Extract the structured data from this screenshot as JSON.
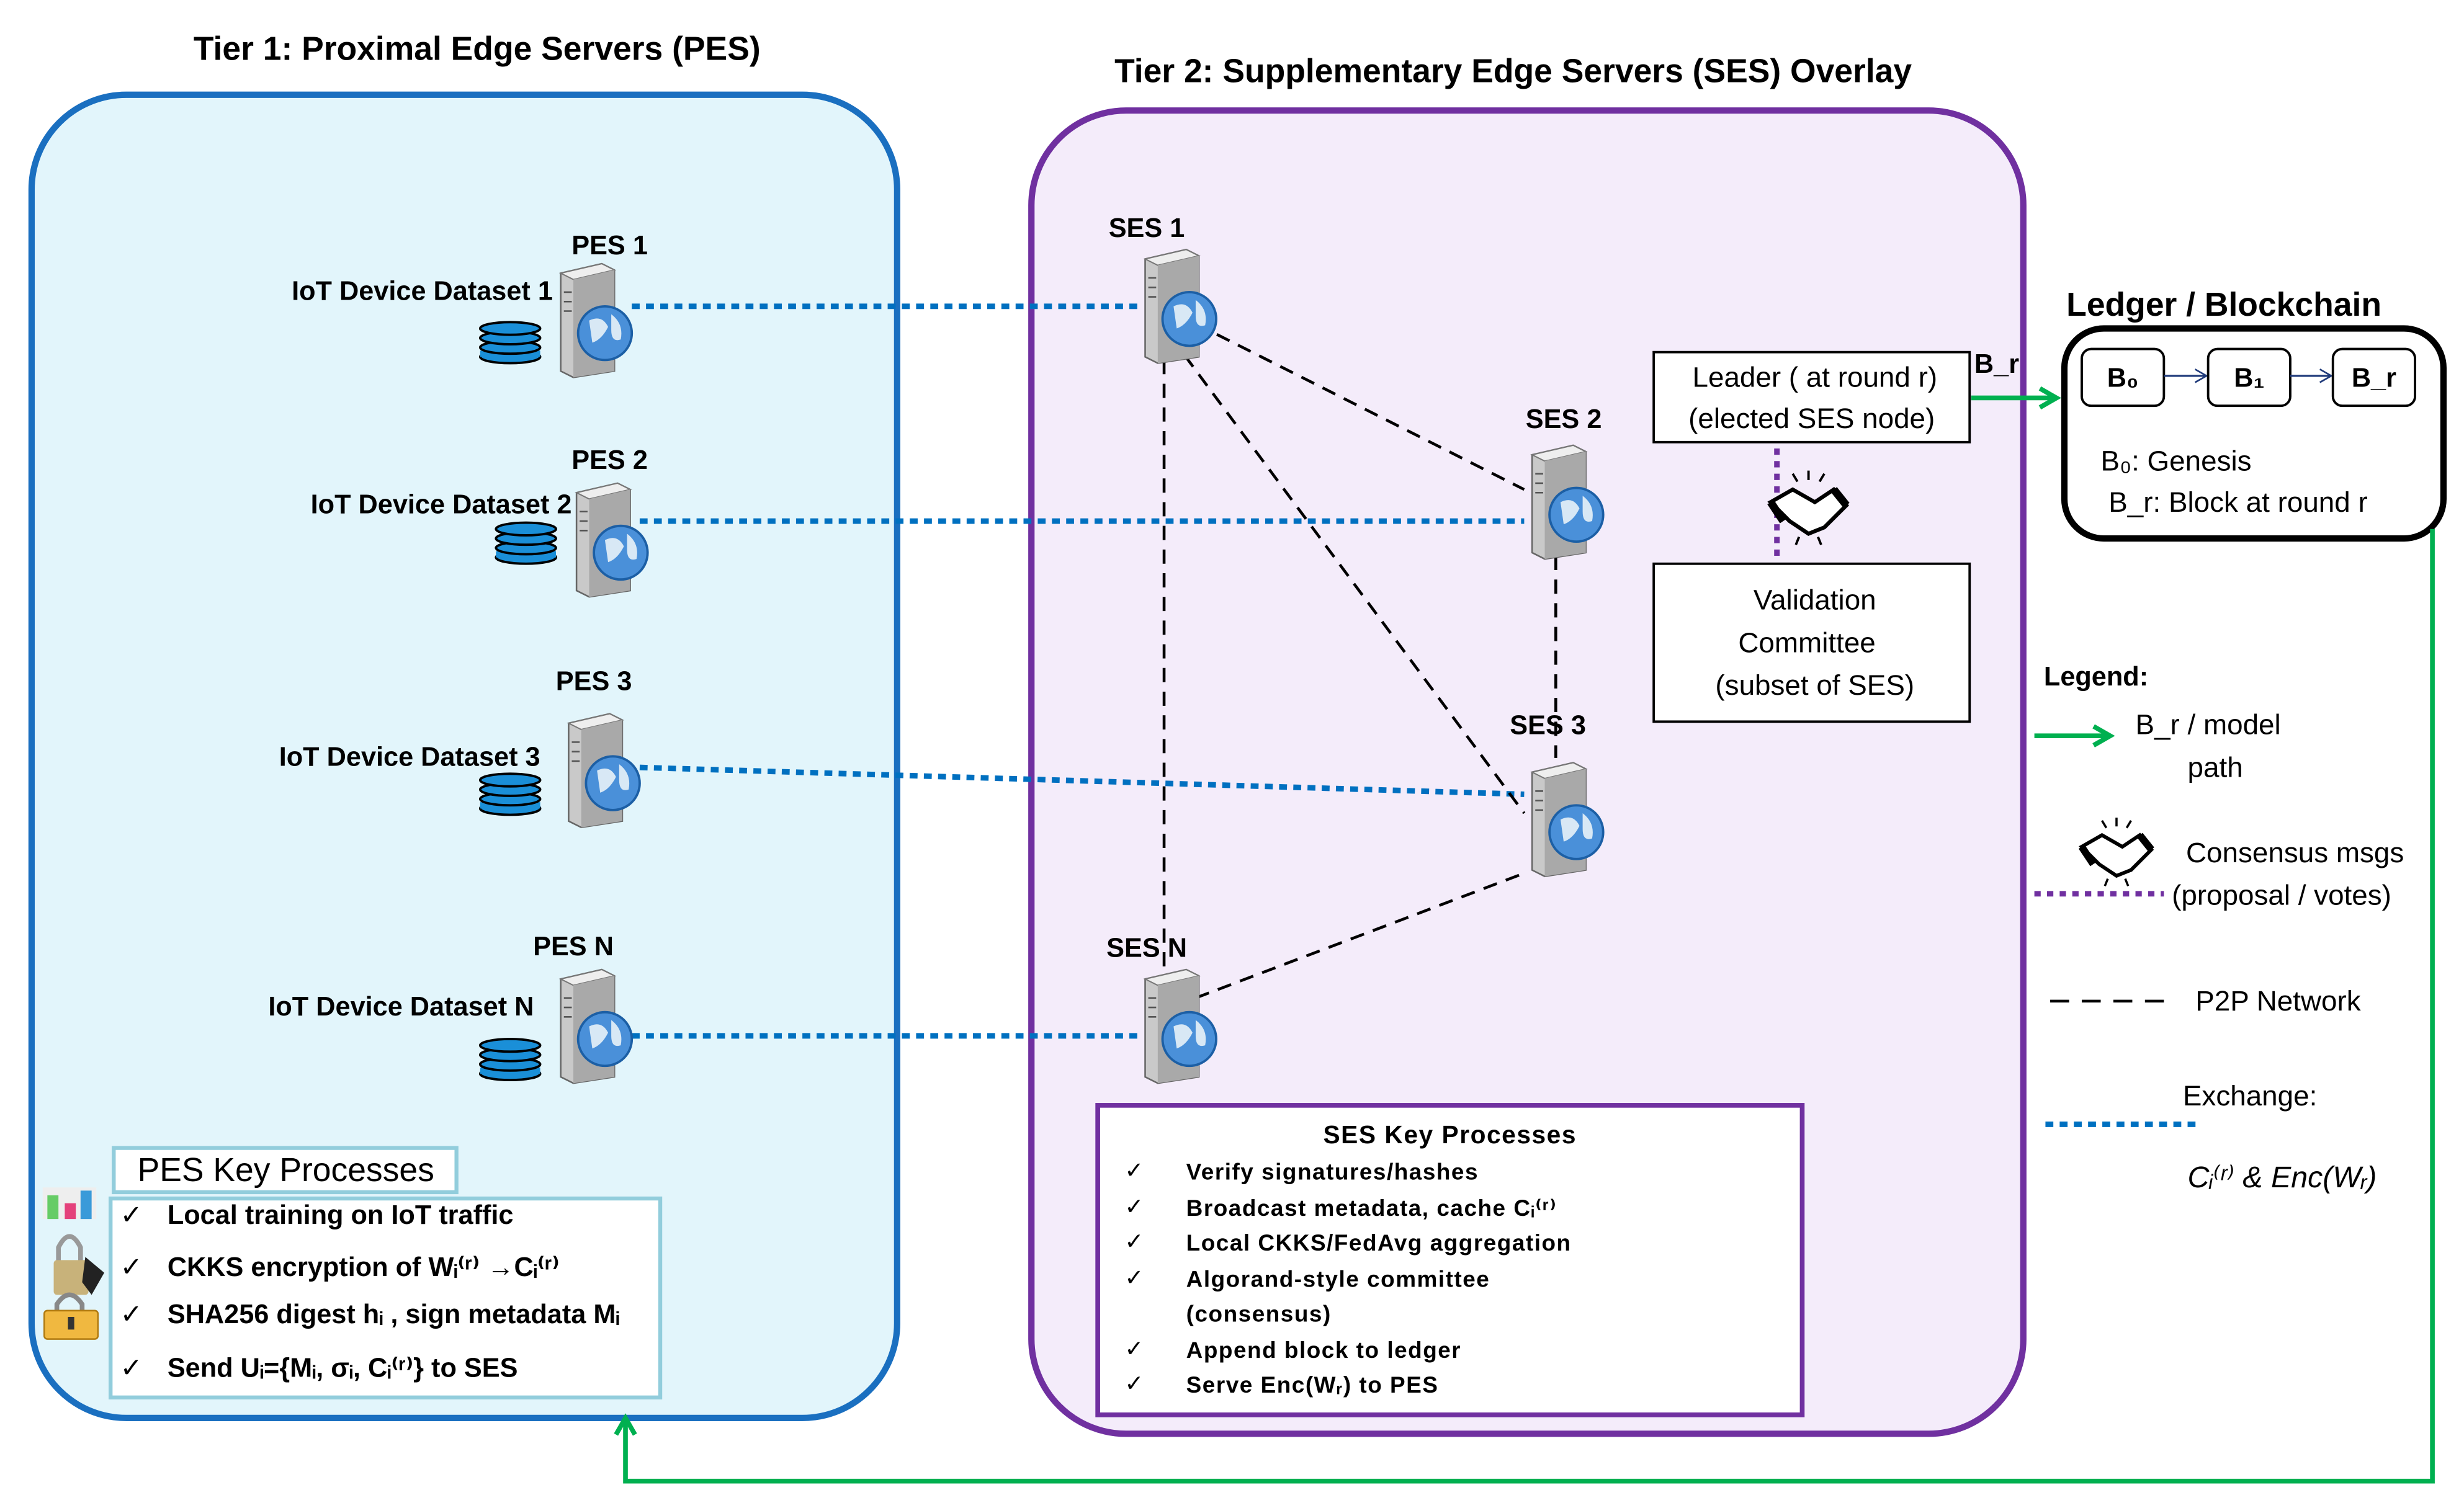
{
  "tier1": {
    "title": "Tier 1: Proximal Edge Servers (PES)",
    "nodes": [
      {
        "label": "PES 1",
        "dataset": "IoT Device Dataset  1"
      },
      {
        "label": "PES 2",
        "dataset": "IoT Device Dataset  2"
      },
      {
        "label": "PES 3",
        "dataset": "IoT Device Dataset  3"
      },
      {
        "label": "PES N",
        "dataset": "IoT Device Dataset  N"
      }
    ],
    "key_processes": {
      "title": "PES Key Processes",
      "items": [
        "Local training on IoT traffic",
        "CKKS encryption of  Wᵢ⁽ʳ⁾ →Cᵢ⁽ʳ⁾",
        "SHA256 digest hᵢ , sign metadata Mᵢ",
        "Send Uᵢ={Mᵢ, σᵢ, Cᵢ⁽ʳ⁾} to SES"
      ]
    }
  },
  "tier2": {
    "title": "Tier 2: Supplementary Edge Servers (SES) Overlay",
    "nodes": [
      "SES 1",
      "SES 2",
      "SES 3",
      "SES N"
    ],
    "leader": [
      "Leader ( at round r)",
      "(elected SES node)"
    ],
    "committee": [
      "Validation",
      "Committee",
      "(subset of SES)"
    ],
    "key_processes": {
      "title": "SES Key Processes",
      "items": [
        "Verify signatures/hashes",
        "Broadcast metadata, cache Cᵢ⁽ʳ⁾",
        "Local CKKS/FedAvg aggregation",
        "Algorand-style committee",
        "(consensus)",
        "Append block to ledger",
        "Serve  Enc(Wᵣ) to PES"
      ]
    }
  },
  "br_label": "B_r",
  "ledger": {
    "title": "Ledger / Blockchain",
    "blocks": [
      "B₀",
      "B₁",
      "B_r"
    ],
    "notes": [
      "B₀:  Genesis",
      "B_r: Block at round r"
    ]
  },
  "legend": {
    "title": "Legend:",
    "model_path": [
      "B_r / model",
      "path"
    ],
    "consensus": [
      "Consensus msgs",
      "(proposal / votes)"
    ],
    "p2p": "P2P Network",
    "exchange": [
      "Exchange:",
      "Cᵢ⁽ʳ⁾ & Enc(Wᵣ)"
    ]
  },
  "check": "✓",
  "colors": {
    "pes_fill": "#e2f5fb",
    "pes_stroke": "#1a6fc0",
    "ses_fill": "#f4ecfa",
    "ses_stroke": "#7030a0",
    "green": "#00b050",
    "exchange": "#0070c0"
  }
}
